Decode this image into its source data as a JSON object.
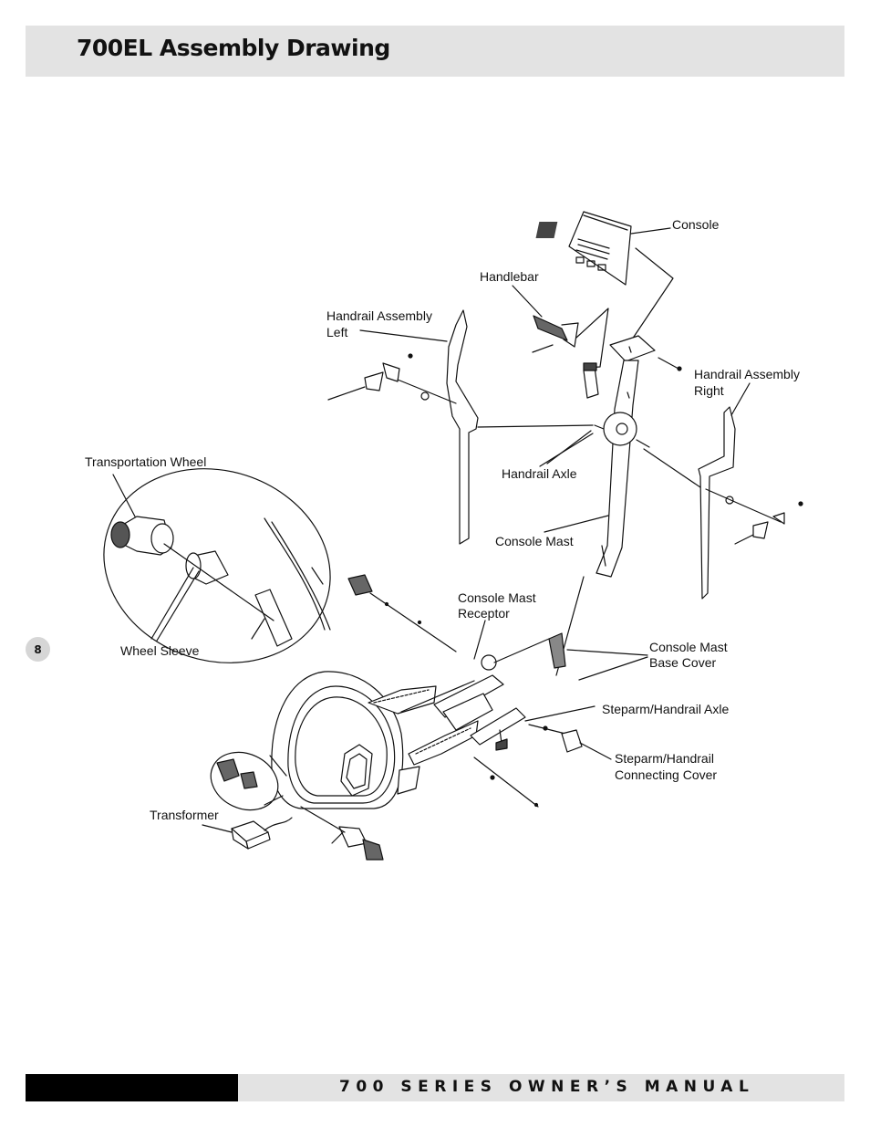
{
  "header": {
    "title": "700EL Assembly Drawing"
  },
  "labels": {
    "console": "Console",
    "handlebar": "Handlebar",
    "handrail_left_1": "Handrail Assembly",
    "handrail_left_2": "Left",
    "handrail_right_1": "Handrail Assembly",
    "handrail_right_2": "Right",
    "transportation_wheel": "Transportation Wheel",
    "handrail_axle": "Handrail Axle",
    "console_mast": "Console Mast",
    "console_mast_receptor_1": "Console Mast",
    "console_mast_receptor_2": "Receptor",
    "wheel_sleeve": "Wheel Sleeve",
    "console_mast_base_cover_1": "Console Mast",
    "console_mast_base_cover_2": "Base Cover",
    "steparm_handrail_axle": "Steparm/Handrail Axle",
    "steparm_connecting_cover_1": "Steparm/Handrail",
    "steparm_connecting_cover_2": "Connecting Cover",
    "transformer": "Transformer"
  },
  "page_number": "8",
  "footer": {
    "text": "700 SERIES OWNER’S MANUAL"
  }
}
